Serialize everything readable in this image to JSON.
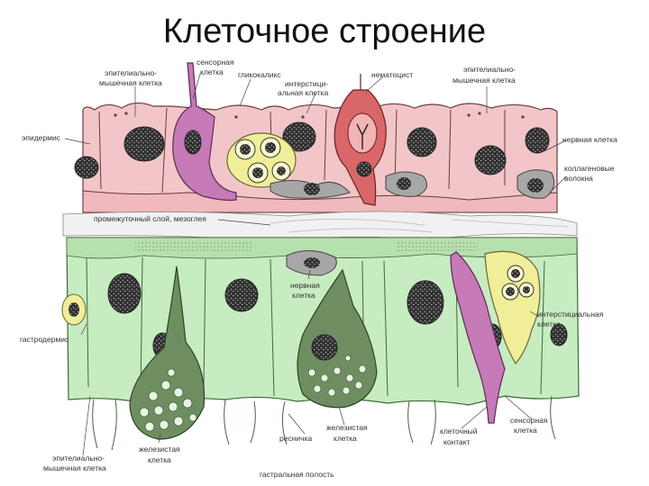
{
  "title": "Клеточное строение",
  "labels": {
    "epithelial_muscular_top_left": [
      "эпителиально-",
      "мышечная клетка"
    ],
    "sensory_top": [
      "сенсорная",
      "клетка"
    ],
    "glycocalyx": "гликокаликс",
    "interstitial_top": [
      "интерстици-",
      "альная клетка"
    ],
    "nematocyst": "нематоцист",
    "epithelial_muscular_top_right": [
      "эпителиально-",
      "мышечная клетка"
    ],
    "epidermis": "эпидермис",
    "nerve_cell_right": "нервная клетка",
    "collagen_fibers": [
      "коллагеновые",
      "волокна"
    ],
    "mesoglea": "промежуточный слой, мезоглея",
    "nerve_cell_mid": [
      "нервная",
      "клетка"
    ],
    "gastrodermis": "гастродермис",
    "interstitial_right": [
      "интерстициальная",
      "клетка"
    ],
    "sensory_bottom": [
      "сенсорная",
      "клетка"
    ],
    "cell_contact": [
      "клеточный",
      "контакт"
    ],
    "glandular_mid": [
      "железистая",
      "клетка"
    ],
    "cilium": "ресничка",
    "glandular_left": [
      "железистая",
      "клетка"
    ],
    "epithelial_muscular_bottom": [
      "эпителиально-",
      "мышечная клетка"
    ],
    "gastral_cavity": "гастральная полость"
  },
  "colors": {
    "epidermis": "#f2c6c8",
    "gastrodermis": "#c8ecc2",
    "sensory": "#c67ab8",
    "nematocyte": "#d9676a",
    "interstitial": "#f0ee98",
    "nerve": "#a7a7a7",
    "glandular": "#6e8e62",
    "nucleus": "#3a3a3a"
  }
}
